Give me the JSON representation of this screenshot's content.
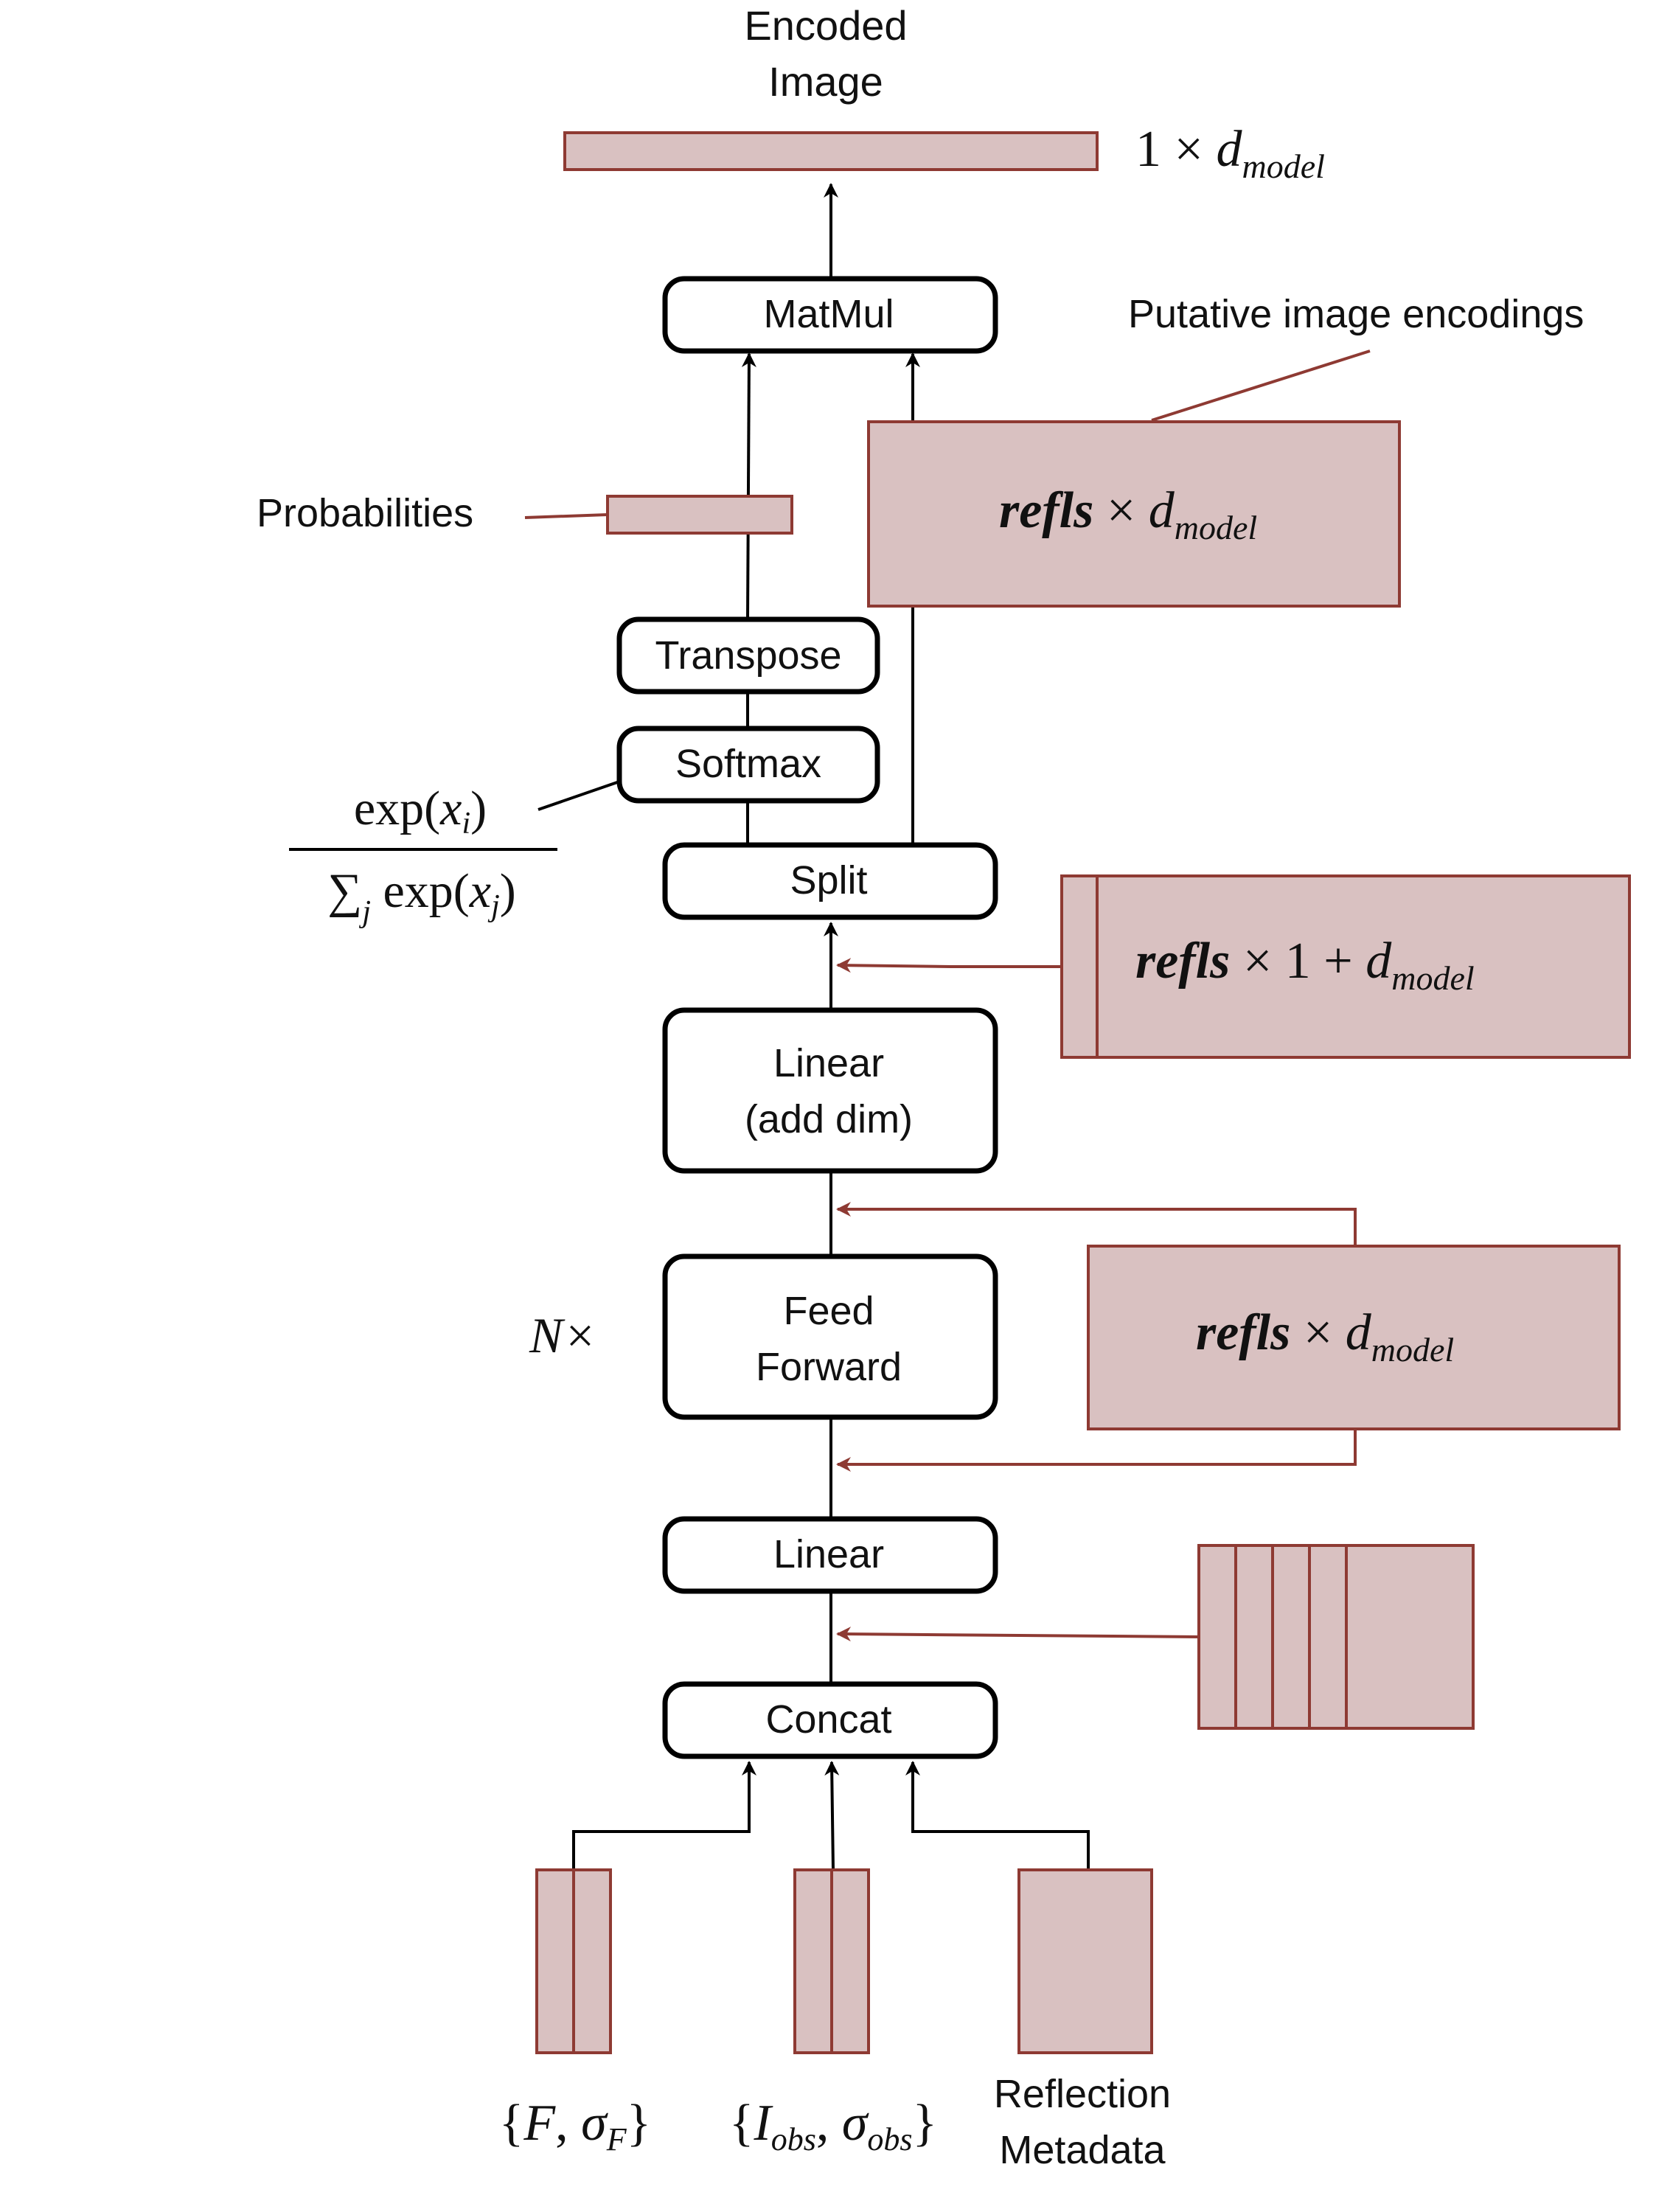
{
  "nodes": {
    "matmul": "MatMul",
    "transpose": "Transpose",
    "softmax": "Softmax",
    "split": "Split",
    "linear_add_dim": [
      "Linear",
      "(add dim)"
    ],
    "feed_forward": [
      "Feed",
      "Forward"
    ],
    "linear": "Linear",
    "concat": "Concat"
  },
  "labels": {
    "encoded_image": [
      "Encoded",
      "Image"
    ],
    "probabilities": "Probabilities",
    "putative": "Putative image encodings",
    "reflection_metadata": [
      "Reflection",
      "Metadata"
    ],
    "repeat": "N×"
  },
  "math": {
    "output_shape": "1 × d_model",
    "encodings_shape": "refls × d_model",
    "split_input_shape": "refls × 1 + d_model",
    "ff_shape": "refls × d_model",
    "softmax_numerator": "exp(x_i)",
    "softmax_denominator": "∑_j exp(x_j)",
    "input_f": "{F, σ_F}",
    "input_i": "{I_obs, σ_obs}"
  },
  "colors": {
    "tensor_fill": "#d9c1c1",
    "tensor_stroke": "#8e3a33",
    "flow": "#000000"
  }
}
